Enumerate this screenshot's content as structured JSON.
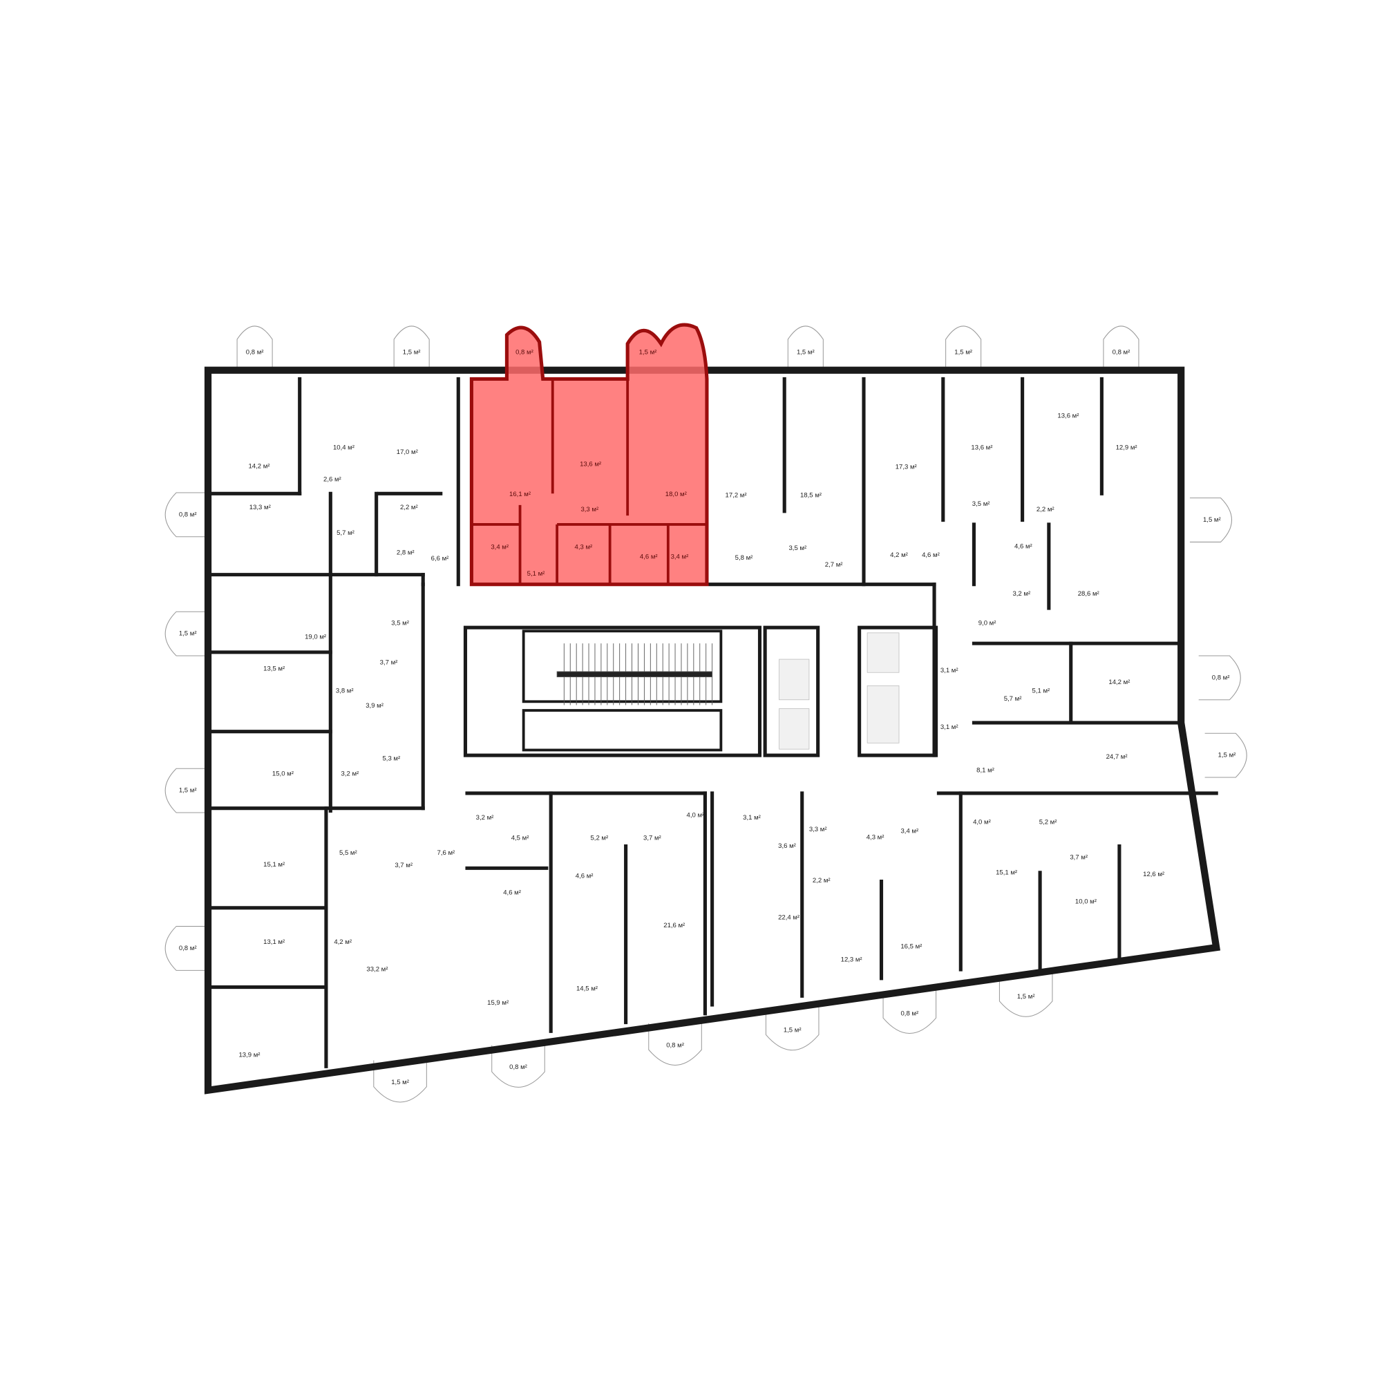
{
  "plan": {
    "highlight_color": "#ff6b6b",
    "highlight_border": "#9b0d0d",
    "wall_color": "#1a1a1a",
    "highlighted_apartment": {
      "rooms": [
        "16,1 м²",
        "13,6 м²",
        "18,0 м²",
        "3,3 м²",
        "3,4 м²",
        "4,3 м²",
        "5,1 м²",
        "4,6 м²",
        "3,4 м²"
      ],
      "balconies": [
        "0,8 м²",
        "1,5 м²"
      ]
    },
    "balconies": [
      "0,8 м²",
      "1,5 м²",
      "1,5 м²",
      "1,5 м²",
      "0,8 м²",
      "0,8 м²",
      "1,5 м²",
      "1,5 м²",
      "0,8 м²",
      "1,5 м²",
      "0,8 м²",
      "1,5 м²",
      "1,5 м²",
      "0,8 м²",
      "0,8 м²",
      "1,5 м²",
      "0,8 м²",
      "1,5 м²"
    ],
    "rooms": [
      "14,2 м²",
      "10,4 м²",
      "17,0 м²",
      "2,6 м²",
      "13,3 м²",
      "5,7 м²",
      "2,2 м²",
      "2,8 м²",
      "6,6 м²",
      "17,2 м²",
      "18,5 м²",
      "5,8 м²",
      "3,5 м²",
      "2,7 м²",
      "17,3 м²",
      "4,2 м²",
      "4,6 м²",
      "13,6 м²",
      "3,5 м²",
      "13,6 м²",
      "12,9 м²",
      "2,2 м²",
      "4,6 м²",
      "3,2 м²",
      "28,6 м²",
      "9,0 м²",
      "19,0 м²",
      "3,5 м²",
      "3,7 м²",
      "13,5 м²",
      "3,8 м²",
      "3,9 м²",
      "5,3 м²",
      "15,0 м²",
      "3,2 м²",
      "3,1 м²",
      "5,7 м²",
      "5,1 м²",
      "14,2 м²",
      "3,1 м²",
      "24,7 м²",
      "8,1 м²",
      "15,1 м²",
      "5,5 м²",
      "3,7 м²",
      "7,6 м²",
      "13,1 м²",
      "4,2 м²",
      "33,2 м²",
      "13,9 м²",
      "3,2 м²",
      "4,5 м²",
      "4,6 м²",
      "15,9 м²",
      "5,2 м²",
      "3,7 м²",
      "4,6 м²",
      "4,0 м²",
      "21,6 м²",
      "14,5 м²",
      "3,1 м²",
      "3,3 м²",
      "4,3 м²",
      "3,4 м²",
      "3,6 м²",
      "2,2 м²",
      "22,4 м²",
      "12,3 м²",
      "16,5 м²",
      "4,0 м²",
      "5,2 м²",
      "15,1 м²",
      "3,7 м²",
      "10,0 м²",
      "12,6 м²"
    ]
  }
}
